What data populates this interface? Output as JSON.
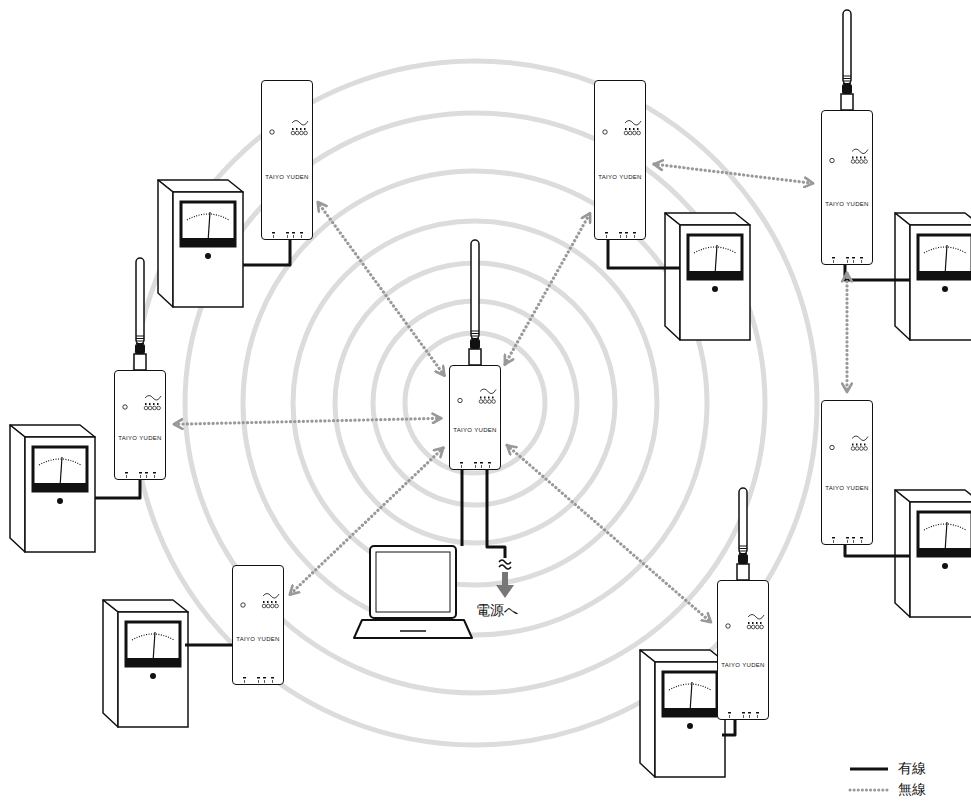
{
  "diagram": {
    "nodes": [
      {
        "text": [
          "TAIYO YUDEN"
        ]
      },
      {
        "text": [
          "TAIYO YUDEN"
        ]
      },
      {
        "text": [
          "TAIYO YUDEN"
        ]
      },
      {
        "text": [
          "TAIYO YUDEN"
        ]
      },
      {
        "text": [
          "TAIYO YUDEN"
        ]
      },
      {
        "text": [
          "TAIYO YUDEN"
        ]
      },
      {
        "text": [
          "TAIYO YUDEN"
        ]
      },
      {
        "text": [
          "TAIYO YUDEN"
        ]
      }
    ],
    "edges": [
      {
        "from": 3,
        "to": 0,
        "arrow": "both"
      },
      {
        "from": 3,
        "to": 1,
        "arrow": "both"
      },
      {
        "from": 3,
        "to": 4,
        "arrow": "both"
      },
      {
        "from": 3,
        "to": 6,
        "arrow": "both"
      },
      {
        "from": 3,
        "to": 7,
        "arrow": "both"
      },
      {
        "from": 1,
        "to": 2,
        "arrow": "both"
      },
      {
        "from": 2,
        "to": 5,
        "arrow": "both"
      }
    ],
    "labels": [
      "電源へ"
    ],
    "legend": [
      {
        "text": "有線"
      },
      {
        "text": "無線"
      }
    ]
  }
}
